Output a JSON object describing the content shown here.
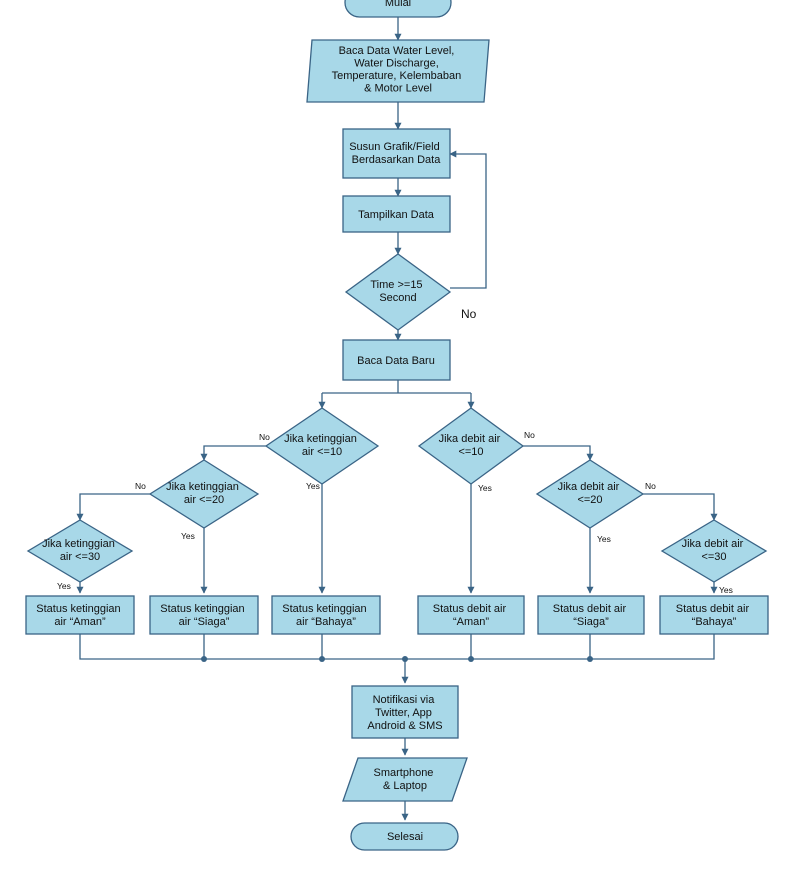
{
  "nodes": {
    "start": [
      "Mulai"
    ],
    "read_input": [
      "Baca Data Water Level,",
      "Water Discharge,",
      "Temperature, Kelembaban",
      "& Motor Level"
    ],
    "arrange": [
      "Susun Grafik/Field",
      "Berdasarkan Data"
    ],
    "display": [
      "Tampilkan Data"
    ],
    "time_check": [
      "Time >=15",
      "Second"
    ],
    "read_new": [
      "Baca Data Baru"
    ],
    "level_10": [
      "Jika ketinggian",
      "air <=10"
    ],
    "level_20": [
      "Jika ketinggian",
      "air <=20"
    ],
    "level_30": [
      "Jika ketinggian",
      "air <=30"
    ],
    "debit_10": [
      "Jika debit air",
      "<=10"
    ],
    "debit_20": [
      "Jika debit air",
      "<=20"
    ],
    "debit_30": [
      "Jika debit air",
      "<=30"
    ],
    "status_level_aman": [
      "Status ketinggian",
      "air “Aman”"
    ],
    "status_level_siaga": [
      "Status ketinggian",
      "air “Siaga”"
    ],
    "status_level_bahaya": [
      "Status ketinggian",
      "air “Bahaya”"
    ],
    "status_debit_aman": [
      "Status debit air",
      "“Aman”"
    ],
    "status_debit_siaga": [
      "Status debit air",
      "“Siaga”"
    ],
    "status_debit_bahaya": [
      "Status debit air",
      "“Bahaya”"
    ],
    "notify": [
      "Notifikasi via",
      "Twitter, App",
      "Android & SMS"
    ],
    "output": [
      "Smartphone",
      "& Laptop"
    ],
    "end": [
      "Selesai"
    ]
  },
  "edge_labels": {
    "time_no": "No",
    "level_10_no": "No",
    "level_10_yes": "Yes",
    "level_20_no": "No",
    "level_20_yes": "Yes",
    "level_30_yes": "Yes",
    "debit_10_no": "No",
    "debit_10_yes": "Yes",
    "debit_20_no": "No",
    "debit_20_yes": "Yes",
    "debit_30_yes": "Yes"
  },
  "colors": {
    "shape_fill": "#a8d8e8",
    "stroke": "#3a6486"
  }
}
